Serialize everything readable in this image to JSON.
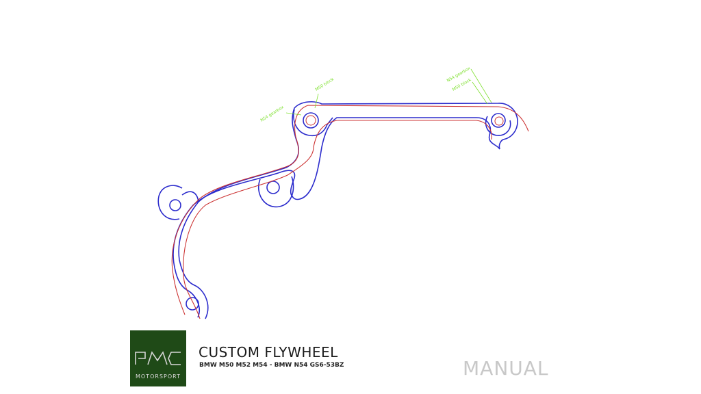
{
  "diagram": {
    "annotation_left": "N54 gearbox",
    "annotation_mid": "M50 block",
    "annotation_right_top": "N54 gearbox",
    "annotation_right_bottom": "M50 block",
    "colors": {
      "block_outline": "#2b2bcc",
      "gearbox_outline": "#cc3333",
      "annotation": "#7ee02e"
    }
  },
  "brand": {
    "name": "MOTORSPORT",
    "logo_color": "#1f4a17"
  },
  "title": "CUSTOM FLYWHEEL",
  "subtitle": "BMW M50 M52 M54 - BMW N54 GS6-53BZ",
  "mode": "MANUAL"
}
